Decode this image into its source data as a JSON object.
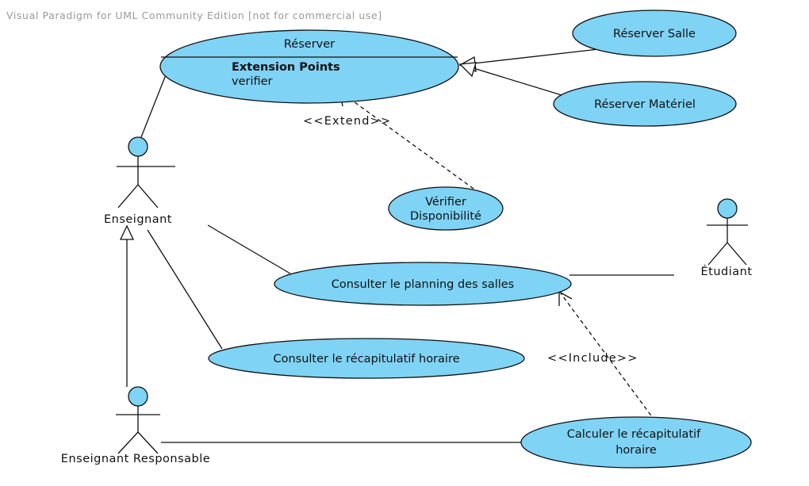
{
  "watermark": "Visual Paradigm for UML Community Edition [not for commercial use]",
  "use_cases": {
    "reserver": {
      "name": "Réserver",
      "extension_points_title": "Extension Points",
      "extension_point": "verifier"
    },
    "reserver_salle": "Réserver Salle",
    "reserver_materiel": "Réserver Matériel",
    "verifier_disponibilite": [
      "Vérifier",
      "Disponibilité"
    ],
    "consulter_planning": "Consulter le planning des salles",
    "consulter_recapitulatif": "Consulter le récapitulatif horaire",
    "calculer_recapitulatif": [
      "Calculer le récapitulatif",
      "horaire"
    ]
  },
  "actors": {
    "enseignant": "Enseignant",
    "etudiant": "Étudiant",
    "enseignant_responsable": "Enseignant Responsable"
  },
  "stereotypes": {
    "extend": "<<Extend>>",
    "include": "<<Include>>"
  },
  "colors": {
    "use_case_fill": "#7fd3f5",
    "stroke": "#111111",
    "watermark": "#9a9a9a"
  }
}
